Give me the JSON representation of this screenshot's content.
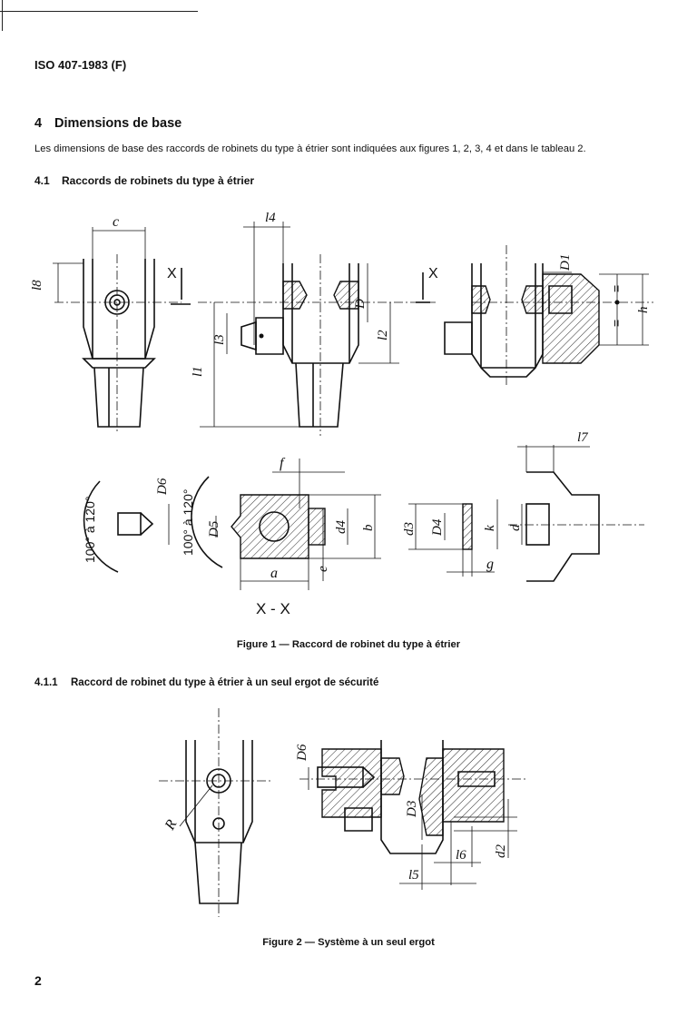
{
  "header": {
    "standard_code": "ISO 407-1983 (F)"
  },
  "section4": {
    "number": "4",
    "title": "Dimensions de base",
    "paragraph": "Les dimensions de base des raccords de robinets du type à étrier sont indiquées aux figures 1, 2, 3, 4 et dans le tableau 2."
  },
  "section4_1": {
    "number": "4.1",
    "title": "Raccords de robinets du type à étrier"
  },
  "figure1": {
    "caption": "Figure 1 — Raccord de robinet du type à étrier",
    "labels": {
      "c": "c",
      "l8": "l8",
      "X": "X",
      "l4": "l4",
      "D": "D",
      "l2": "l2",
      "l3": "l3",
      "l1": "l1",
      "D1": "D1",
      "h": "h",
      "eq": "=",
      "f": "f",
      "D6": "D6",
      "D5": "D5",
      "angle": "100° à 120°",
      "d4": "d4",
      "b": "b",
      "e": "e",
      "a": "a",
      "section": "X - X",
      "d3": "d3",
      "D4": "D4",
      "g": "g",
      "l7": "l7",
      "k": "k",
      "d": "d"
    }
  },
  "section4_1_1": {
    "number": "4.1.1",
    "title": "Raccord de robinet du type à étrier à un seul ergot de sécurité"
  },
  "figure2": {
    "caption": "Figure 2 — Système à un seul ergot",
    "labels": {
      "R": "R",
      "D6": "D6",
      "D3": "D3",
      "l6": "l6",
      "l5": "l5",
      "d2": "d2"
    }
  },
  "page": {
    "number": "2"
  }
}
